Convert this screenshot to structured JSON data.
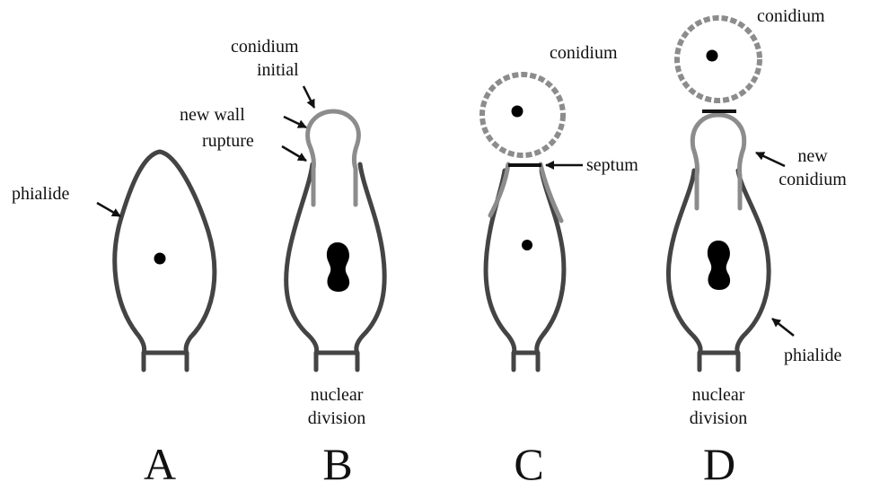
{
  "panels": [
    {
      "letter": "A",
      "labels": {
        "phialide": "phialide"
      }
    },
    {
      "letter": "B",
      "labels": {
        "conidium_initial_1": "conidium",
        "conidium_initial_2": "initial",
        "new_wall": "new wall",
        "rupture": "rupture",
        "nuclear_1": "nuclear",
        "nuclear_2": "division"
      }
    },
    {
      "letter": "C",
      "labels": {
        "conidium": "conidium",
        "septum": "septum"
      }
    },
    {
      "letter": "D",
      "labels": {
        "conidium": "conidium",
        "new_conidium_1": "new",
        "new_conidium_2": "conidium",
        "phialide": "phialide",
        "nuclear_1": "nuclear",
        "nuclear_2": "division"
      }
    }
  ],
  "colors": {
    "old_wall": "#444444",
    "new_wall": "#8c8c8c",
    "nucleus": "#000000"
  }
}
